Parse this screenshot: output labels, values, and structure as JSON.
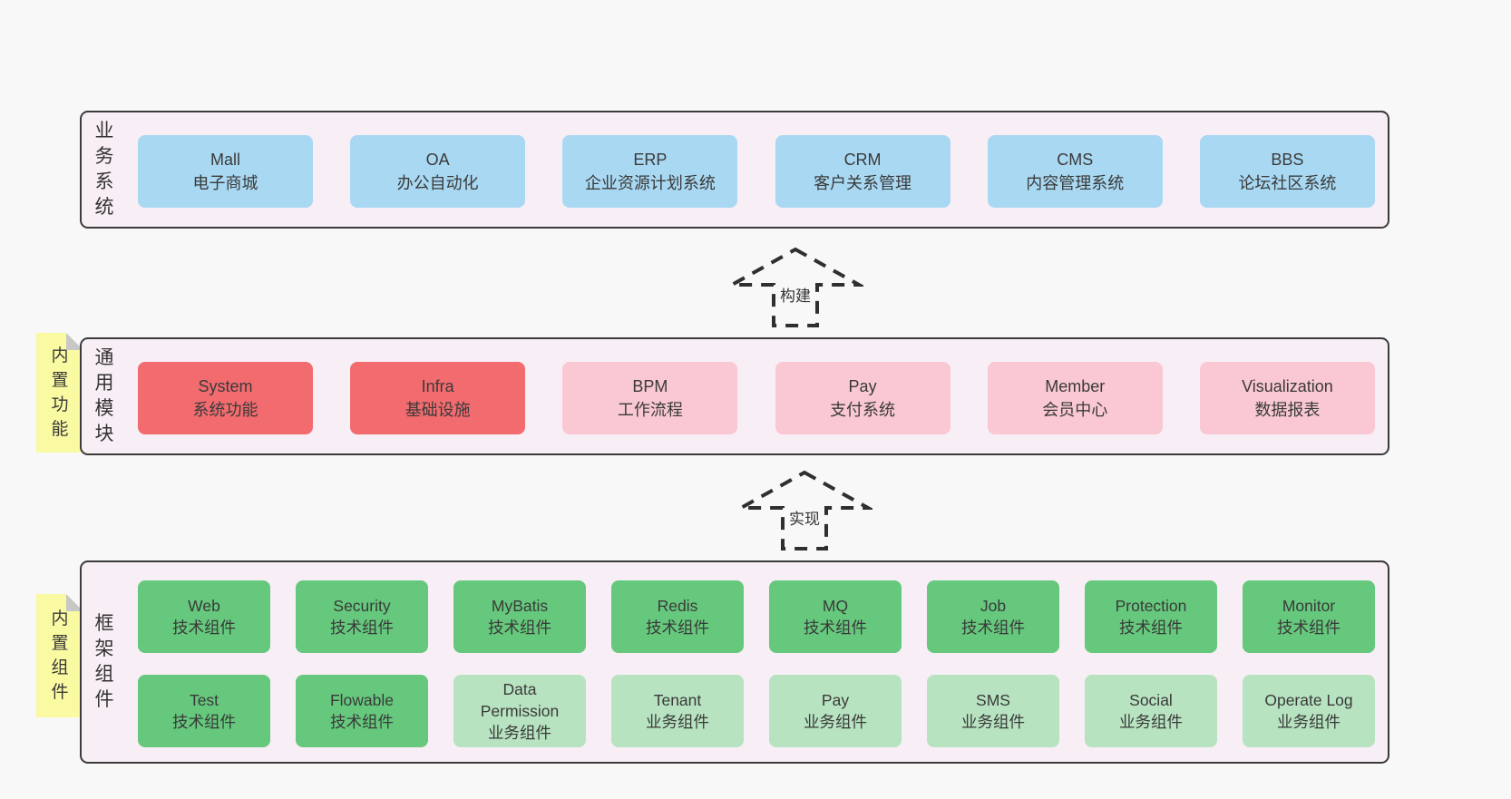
{
  "layers": {
    "business": {
      "label": "业务系统",
      "boxes": [
        {
          "name": "Mall",
          "desc": "电子商城"
        },
        {
          "name": "OA",
          "desc": "办公自动化"
        },
        {
          "name": "ERP",
          "desc": "企业资源计划系统"
        },
        {
          "name": "CRM",
          "desc": "客户关系管理"
        },
        {
          "name": "CMS",
          "desc": "内容管理系统"
        },
        {
          "name": "BBS",
          "desc": "论坛社区系统"
        }
      ]
    },
    "modules": {
      "label": "通用模块",
      "tab": "内置功能",
      "boxes": [
        {
          "name": "System",
          "desc": "系统功能"
        },
        {
          "name": "Infra",
          "desc": "基础设施"
        },
        {
          "name": "BPM",
          "desc": "工作流程"
        },
        {
          "name": "Pay",
          "desc": "支付系统"
        },
        {
          "name": "Member",
          "desc": "会员中心"
        },
        {
          "name": "Visualization",
          "desc": "数据报表"
        }
      ]
    },
    "components": {
      "label": "框架组件",
      "tab": "内置组件",
      "rows": [
        [
          {
            "name": "Web",
            "desc": "技术组件"
          },
          {
            "name": "Security",
            "desc": "技术组件"
          },
          {
            "name": "MyBatis",
            "desc": "技术组件"
          },
          {
            "name": "Redis",
            "desc": "技术组件"
          },
          {
            "name": "MQ",
            "desc": "技术组件"
          },
          {
            "name": "Job",
            "desc": "技术组件"
          },
          {
            "name": "Protection",
            "desc": "技术组件"
          },
          {
            "name": "Monitor",
            "desc": "技术组件"
          }
        ],
        [
          {
            "name": "Test",
            "desc": "技术组件"
          },
          {
            "name": "Flowable",
            "desc": "技术组件"
          },
          {
            "name": "Data Permission",
            "desc": "业务组件"
          },
          {
            "name": "Tenant",
            "desc": "业务组件"
          },
          {
            "name": "Pay",
            "desc": "业务组件"
          },
          {
            "name": "SMS",
            "desc": "业务组件"
          },
          {
            "name": "Social",
            "desc": "业务组件"
          },
          {
            "name": "Operate Log",
            "desc": "业务组件"
          }
        ]
      ]
    }
  },
  "arrows": [
    {
      "label": "构建"
    },
    {
      "label": "实现"
    }
  ],
  "colors": {
    "page_bg": "#f8f8f8",
    "container_bg": "#f8eef6",
    "container_border": "#3b3b3b",
    "business_box": "#a9d8f2",
    "core_module_box": "#f26b6e",
    "module_box": "#f9c8d2",
    "tech_component_box": "#65c87c",
    "biz_component_box": "#b7e3c0",
    "sticky_tab_bg": "#fafaa2",
    "sticky_tab_fold": "#c7c7c7",
    "arrow_stroke": "#2f2f2f"
  }
}
